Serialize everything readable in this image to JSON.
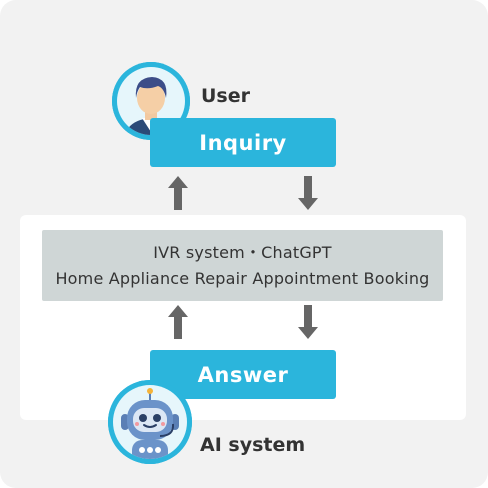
{
  "user": {
    "label": "User",
    "action": "Inquiry",
    "avatar_icon": "user-avatar-icon"
  },
  "system": {
    "line1": "IVR system・ChatGPT",
    "line2": "Home Appliance Repair Appointment Booking"
  },
  "ai": {
    "label": "AI system",
    "action": "Answer",
    "avatar_icon": "robot-avatar-icon"
  },
  "colors": {
    "accent": "#2bb5dc",
    "arrow": "#666666",
    "system_box": "#cfd6d6",
    "background": "#f2f2f2"
  }
}
